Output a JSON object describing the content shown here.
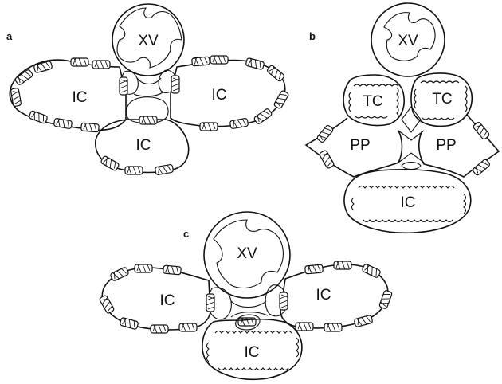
{
  "panels": {
    "a": {
      "label": "a",
      "cells": {
        "top": "XV",
        "left": "IC",
        "right": "IC",
        "bottom": "IC"
      }
    },
    "b": {
      "label": "b",
      "cells": {
        "top": "XV",
        "tc_left": "TC",
        "tc_right": "TC",
        "pp_left": "PP",
        "pp_right": "PP",
        "bottom": "IC"
      }
    },
    "c": {
      "label": "c",
      "cells": {
        "top": "XV",
        "left": "IC",
        "right": "IC",
        "bottom": "IC"
      }
    }
  },
  "colors": {
    "ink": "#111111",
    "background": "#ffffff"
  }
}
